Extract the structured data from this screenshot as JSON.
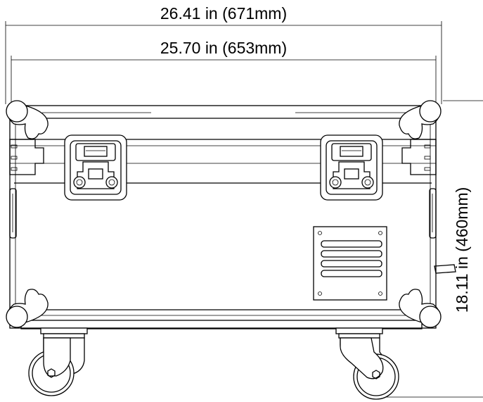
{
  "dimensions": {
    "overall_width": "26.41 in (671mm)",
    "body_width": "25.70 in (653mm)",
    "height": "18.11 in (460mm)"
  },
  "colors": {
    "line": "#000000",
    "background": "#ffffff"
  }
}
